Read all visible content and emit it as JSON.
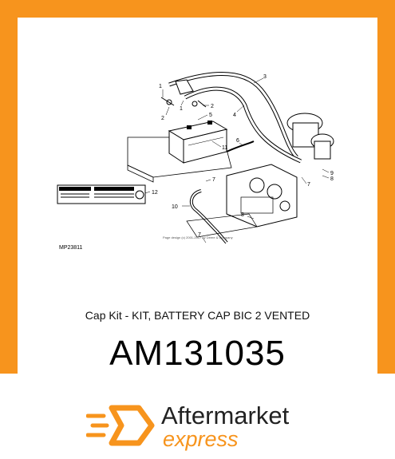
{
  "diagram": {
    "callouts": [
      "1",
      "3",
      "1",
      "2",
      "2",
      "5",
      "4",
      "6",
      "11",
      "7",
      "7",
      "9",
      "8",
      "12",
      "10",
      "8",
      "7"
    ],
    "figure_code": "MP23811",
    "copyright": "Page design (c) 2001-2017 by Deere & Company"
  },
  "product": {
    "title": "Cap Kit - KIT, BATTERY CAP BIC 2 VENTED",
    "part_number": "AM131035"
  },
  "brand": {
    "line1": "Aftermarket",
    "line2": "express",
    "color": "#f7941d"
  }
}
